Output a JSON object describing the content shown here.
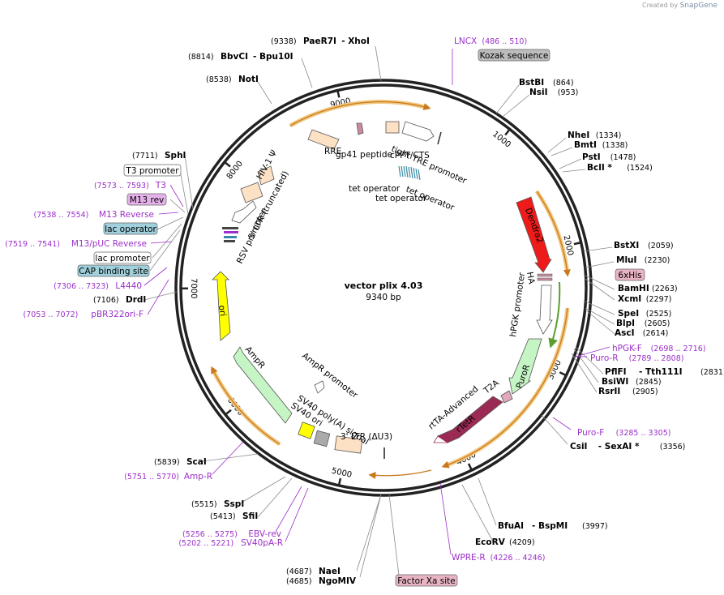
{
  "header": {
    "credit_prefix": "Created by",
    "credit_brand": "SnapGene"
  },
  "plasmid": {
    "name": "vector plix 4.03",
    "length_label": "9340 bp",
    "length": 9340
  },
  "ticks": [
    "1000",
    "2000",
    "3000",
    "4000",
    "5000",
    "6000",
    "7000",
    "8000",
    "9000"
  ],
  "enzymes": [
    {
      "pos": "(9338)",
      "name": "PaeR7I",
      "extra": "-  XhoI"
    },
    {
      "pos": "(8814)",
      "name": "BbvCI",
      "extra": "-  Bpu10I"
    },
    {
      "pos": "(8538)",
      "name": "NotI",
      "extra": ""
    },
    {
      "pos": "(864)",
      "name": "BstBI",
      "extra": ""
    },
    {
      "pos": "(953)",
      "name": "NsiI",
      "extra": ""
    },
    {
      "pos": "(1334)",
      "name": "NheI",
      "extra": ""
    },
    {
      "pos": "(1338)",
      "name": "BmtI",
      "extra": ""
    },
    {
      "pos": "(1478)",
      "name": "PstI",
      "extra": ""
    },
    {
      "pos": "(1524)",
      "name": "BclI *",
      "extra": ""
    },
    {
      "pos": "(2059)",
      "name": "BstXI",
      "extra": ""
    },
    {
      "pos": "(2230)",
      "name": "MluI",
      "extra": ""
    },
    {
      "pos": "(2263)",
      "name": "BamHI",
      "extra": ""
    },
    {
      "pos": "(2297)",
      "name": "XcmI",
      "extra": ""
    },
    {
      "pos": "(2525)",
      "name": "SpeI",
      "extra": ""
    },
    {
      "pos": "(2605)",
      "name": "BlpI",
      "extra": ""
    },
    {
      "pos": "(2614)",
      "name": "AscI",
      "extra": ""
    },
    {
      "pos": "(2831)",
      "name": "PflFI",
      "extra": "-  Tth111I"
    },
    {
      "pos": "(2845)",
      "name": "BsiWI",
      "extra": ""
    },
    {
      "pos": "(2905)",
      "name": "RsrII",
      "extra": ""
    },
    {
      "pos": "(3356)",
      "name": "CsiI",
      "extra": "-  SexAI *"
    },
    {
      "pos": "(3997)",
      "name": "BfuAI",
      "extra": "-  BspMI"
    },
    {
      "pos": "(4209)",
      "name": "EcoRV",
      "extra": ""
    },
    {
      "pos": "(4685)",
      "name": "NgoMIV",
      "extra": ""
    },
    {
      "pos": "(4687)",
      "name": "NaeI",
      "extra": ""
    },
    {
      "pos": "(5413)",
      "name": "SfiI",
      "extra": ""
    },
    {
      "pos": "(5515)",
      "name": "SspI",
      "extra": ""
    },
    {
      "pos": "(5839)",
      "name": "ScaI",
      "extra": ""
    },
    {
      "pos": "(7106)",
      "name": "DrdI",
      "extra": ""
    },
    {
      "pos": "(7711)",
      "name": "SphI",
      "extra": ""
    }
  ],
  "primers": [
    {
      "name": "LNCX",
      "range": "(486 .. 510)"
    },
    {
      "name": "hPGK-F",
      "range": "(2698 .. 2716)"
    },
    {
      "name": "Puro-R",
      "range": "(2789 .. 2808)"
    },
    {
      "name": "Puro-F",
      "range": "(3285 .. 3305)"
    },
    {
      "name": "WPRE-R",
      "range": "(4226 .. 4246)"
    },
    {
      "name": "EBV-rev",
      "range": "(5256 .. 5275)"
    },
    {
      "name": "SV40pA-R",
      "range": "(5202 .. 5221)"
    },
    {
      "name": "Amp-R",
      "range": "(5751 .. 5770)"
    },
    {
      "name": "pBR322ori-F",
      "range": "(7053 .. 7072)"
    },
    {
      "name": "L4440",
      "range": "(7306 .. 7323)"
    },
    {
      "name": "M13/pUC Reverse",
      "range": "(7519 .. 7541)"
    },
    {
      "name": "M13 Reverse",
      "range": "(7538 .. 7554)"
    },
    {
      "name": "T3",
      "range": "(7573 .. 7593)"
    }
  ],
  "boxed_labels": {
    "kozak": "Kozak sequence",
    "his": "6xHis",
    "factor_xa": "Factor Xa site",
    "t3_promoter": "T3 promoter",
    "m13_rev": "M13 rev",
    "lac_operator": "lac operator",
    "lac_promoter": "lac promoter",
    "cap_site": "CAP binding site"
  },
  "features": {
    "tight_tre": "tight TRE promoter",
    "cppt": "cPPT/CTS",
    "gp41": "gp41 peptide",
    "rre": "RRE",
    "hiv_psi": "HIV-1 Ψ",
    "ltr5": "5' LTR (truncated)",
    "rsv": "RSV promoter",
    "tetop1": "tet operator",
    "tetop2": "tet operator",
    "tetop3": "tet operator",
    "dendra2": "Dendra2",
    "ha": "HA",
    "hpgk": "hPGK promoter",
    "puror": "PuroR",
    "t2a": "T2A",
    "rtetr": "rTetR",
    "rtta": "rtTA-Advanced",
    "ori": "ori",
    "ampr": "AmpR",
    "ampr_promoter": "AmpR promoter",
    "sv40_polya": "SV40 poly(A) signal",
    "sv40_ori": "SV40 ori",
    "ltr3": "3' LTR (ΔU3)"
  },
  "colors": {
    "backbone": "#222222",
    "orf_highlight": "#f2c77e",
    "orf_arrow": "#c9791c",
    "primer": "#9b2fc9",
    "dendra2": "#ef1b1b",
    "rtetr": "#9b2a55",
    "ori": "#ffff00",
    "ampr": "#c5f5c5",
    "promoter": "#ffffff",
    "ltr": "#fde1c4",
    "kozak_box": "#bdbdbd",
    "his_box": "#e8b4c4",
    "lac_box": "#9fd0dc",
    "m13_box": "#e6b2ec"
  }
}
